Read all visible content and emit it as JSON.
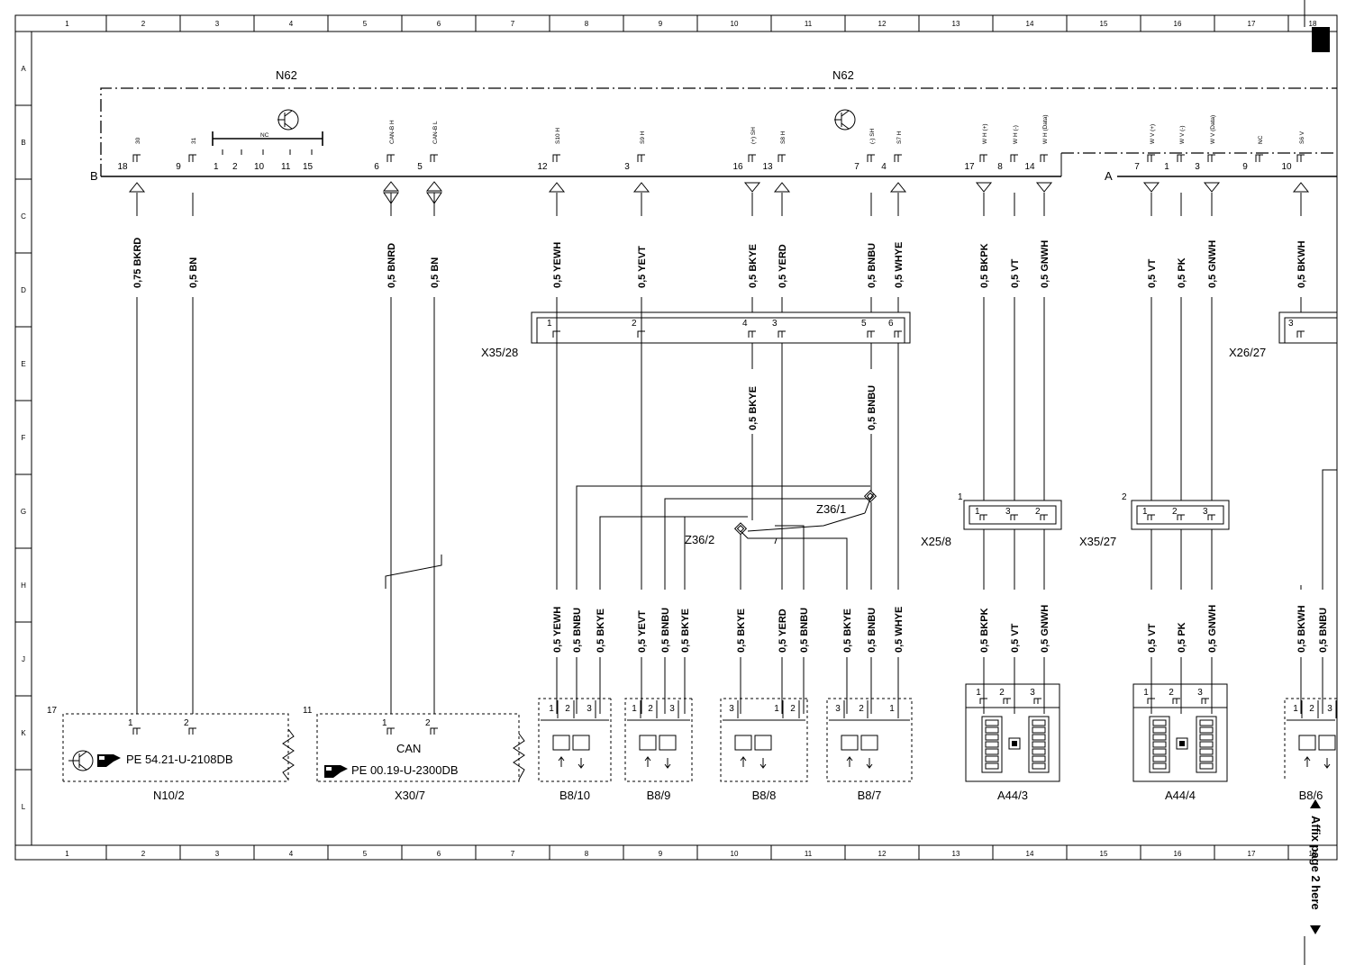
{
  "grid": {
    "columns": [
      "1",
      "2",
      "3",
      "4",
      "5",
      "6",
      "7",
      "8",
      "9",
      "10",
      "11",
      "12",
      "13",
      "14",
      "15",
      "16",
      "17",
      "18"
    ],
    "rows": [
      "A",
      "B",
      "C",
      "D",
      "E",
      "F",
      "G",
      "H",
      "J",
      "K",
      "L"
    ]
  },
  "blocks": {
    "n62_left": "N62",
    "n62_right": "N62",
    "side_b": "B",
    "side_a": "A",
    "nc_label": "NC"
  },
  "top_pins": [
    {
      "num": "18",
      "sig": "30",
      "arrow": "up"
    },
    {
      "num": "9",
      "sig": "31",
      "arrow": "none"
    },
    {
      "num": "6",
      "sig": "CAN-B H",
      "arrow": "both"
    },
    {
      "num": "5",
      "sig": "CAN-B L",
      "arrow": "both"
    },
    {
      "num": "12",
      "sig": "S10 H",
      "arrow": "up"
    },
    {
      "num": "3",
      "sig": "S9 H",
      "arrow": "up"
    },
    {
      "num": "16",
      "sig": "(+) SH",
      "arrow": "down"
    },
    {
      "num": "13",
      "sig": "S8 H",
      "arrow": "up"
    },
    {
      "num": "7",
      "sig": "(-) SH",
      "arrow": "none"
    },
    {
      "num": "4",
      "sig": "S7 H",
      "arrow": "up"
    },
    {
      "num": "17",
      "sig": "W H (+)",
      "arrow": "down"
    },
    {
      "num": "8",
      "sig": "W H (-)",
      "arrow": "none"
    },
    {
      "num": "14",
      "sig": "W H (Data)",
      "arrow": "down"
    },
    {
      "num": "7",
      "sig": "W V (+)",
      "arrow": "down"
    },
    {
      "num": "1",
      "sig": "W V (-)",
      "arrow": "none"
    },
    {
      "num": "3",
      "sig": "W V (Data)",
      "arrow": "down"
    },
    {
      "num": "9",
      "sig": "NC",
      "arrow": "none"
    },
    {
      "num": "10",
      "sig": "S6 V",
      "arrow": "up"
    }
  ],
  "nc_pins": [
    "1",
    "2",
    "10",
    "11",
    "15"
  ],
  "upper_wires": [
    "0,75 BKRD",
    "0,5 BN",
    "0,5 BNRD",
    "0,5 BN",
    "0,5 YEWH",
    "0,5 YEVT",
    "0,5 BKYE",
    "0,5 YERD",
    "0,5 BNBU",
    "0,5 WHYE",
    "0,5 BKPK",
    "0,5 VT",
    "0,5 GNWH",
    "0,5 VT",
    "0,5 PK",
    "0,5 GNWH",
    "0,5 BKWH"
  ],
  "mid_wires": [
    "0,5 BKYE",
    "0,5 BNBU"
  ],
  "lower_wires": [
    "0,5 YEWH",
    "0,5 BNBU",
    "0,5 BKYE",
    "0,5 YEVT",
    "0,5 BNBU",
    "0,5 BKYE",
    "0,5 BKYE",
    "0,5 YERD",
    "0,5 BNBU",
    "0,5 BKYE",
    "0,5 BNBU",
    "0,5 WHYE",
    "0,5 BKPK",
    "0,5 VT",
    "0,5 GNWH",
    "0,5 VT",
    "0,5 PK",
    "0,5 GNWH",
    "0,5 BKWH",
    "0,5 BNBU"
  ],
  "connectors": {
    "x35_28": {
      "name": "X35/28",
      "pins": [
        "1",
        "2",
        "4",
        "3",
        "5",
        "6"
      ]
    },
    "x26_27": {
      "name": "X26/27",
      "pins": [
        "3"
      ]
    },
    "x25_8": {
      "name": "X25/8",
      "num": "1",
      "pins": [
        "1",
        "3",
        "2"
      ]
    },
    "x35_27": {
      "name": "X35/27",
      "num": "2",
      "pins": [
        "1",
        "2",
        "3"
      ]
    },
    "z36_1": "Z36/1",
    "z36_2": "Z36/2"
  },
  "components": {
    "n10_2": {
      "name": "N10/2",
      "num": "17",
      "pins": [
        "1",
        "2"
      ],
      "ref": "PE 54.21-U-2108DB"
    },
    "x30_7": {
      "name": "X30/7",
      "num": "11",
      "pins": [
        "1",
        "2"
      ],
      "title": "CAN",
      "ref": "PE 00.19-U-2300DB"
    },
    "b8_10": {
      "name": "B8/10",
      "pins": [
        "1",
        "2",
        "3"
      ]
    },
    "b8_9": {
      "name": "B8/9",
      "pins": [
        "1",
        "2",
        "3"
      ]
    },
    "b8_8": {
      "name": "B8/8",
      "pins": [
        "3",
        "1",
        "2"
      ]
    },
    "b8_7": {
      "name": "B8/7",
      "pins": [
        "3",
        "2",
        "1"
      ]
    },
    "a44_3": {
      "name": "A44/3",
      "pins": [
        "1",
        "2",
        "3"
      ]
    },
    "a44_4": {
      "name": "A44/4",
      "pins": [
        "1",
        "2",
        "3"
      ]
    },
    "b8_6": {
      "name": "B8/6",
      "pins": [
        "1",
        "2",
        "3"
      ]
    }
  },
  "note": "Affix page 2 here"
}
